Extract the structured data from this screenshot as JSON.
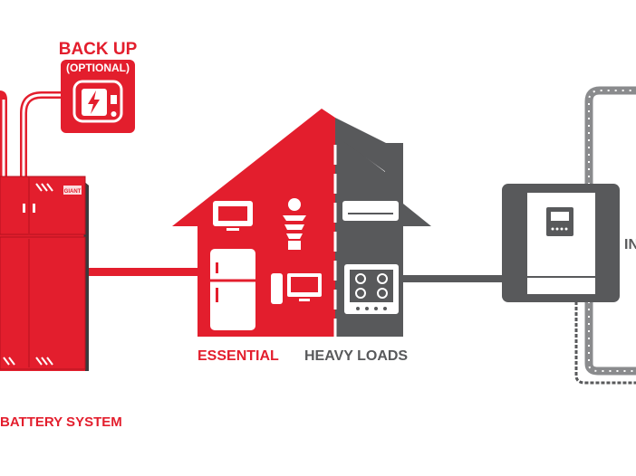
{
  "colors": {
    "red": "#e31e2d",
    "gray": "#58595b",
    "light_gray": "#8a8b8d"
  },
  "backup": {
    "title": "BACK UP",
    "subtitle": "(OPTIONAL)",
    "icon": "generator-icon"
  },
  "battery": {
    "label": "BATTERY SYSTEM",
    "brand": "GIANT"
  },
  "house": {
    "essential_label": "ESSENTIAL",
    "heavy_label": "HEAVY LOADS"
  },
  "inverter": {
    "label_partial": "IN"
  }
}
